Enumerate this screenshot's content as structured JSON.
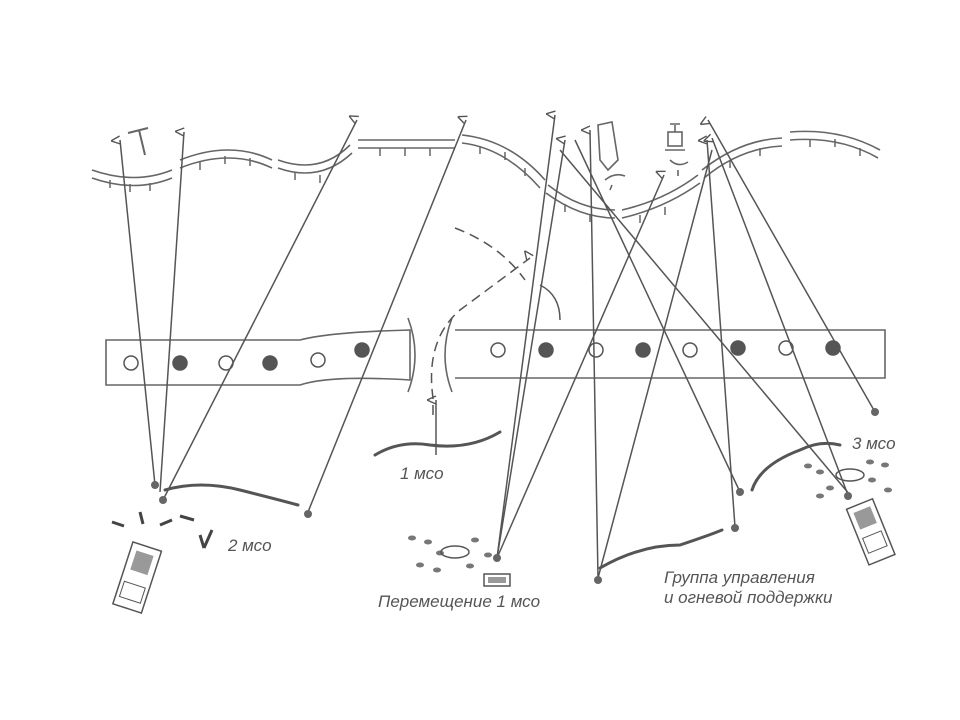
{
  "labels": {
    "unit1": "1 мсо",
    "unit2": "2 мсо",
    "unit3": "3 мсо",
    "movement": "Перемещение 1 мсо",
    "group_line1": "Группа управления",
    "group_line2": "и огневой поддержки"
  }
}
